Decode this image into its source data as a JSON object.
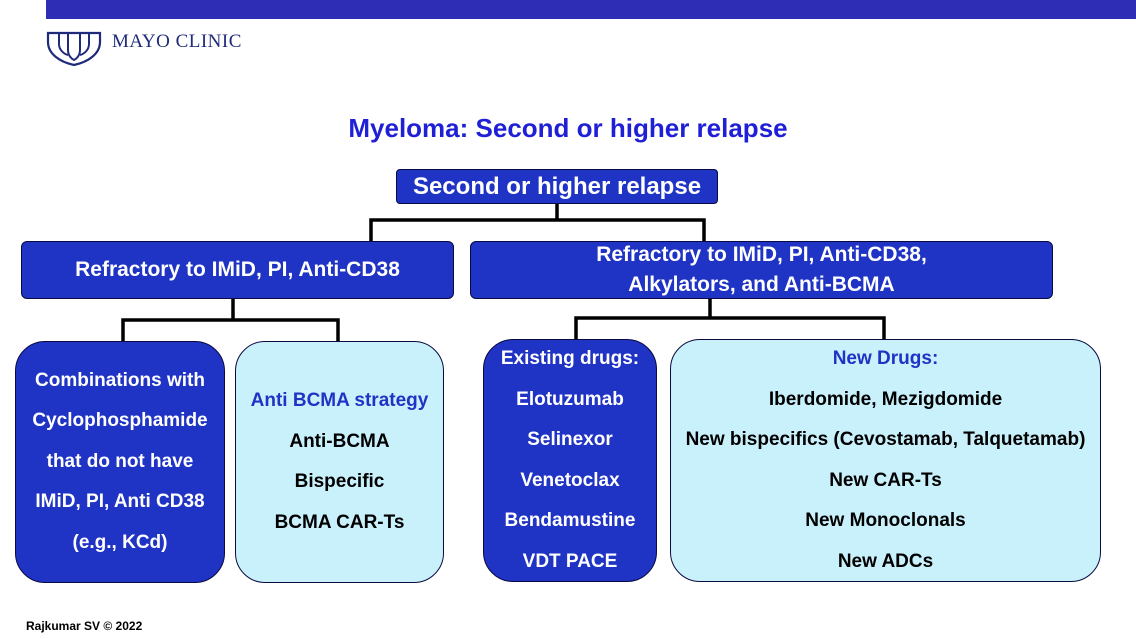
{
  "header": {
    "brand": "MAYO CLINIC",
    "logo_icon": "mayo-shields-icon",
    "bar_color": "#2e2db5"
  },
  "title": "Myeloma: Second or higher relapse",
  "root": {
    "label": "Second or higher relapse"
  },
  "branches": [
    {
      "label_lines": [
        "Refractory to IMiD, PI, Anti-CD38"
      ]
    },
    {
      "label_lines": [
        "Refractory to IMiD, PI, Anti-CD38,",
        "Alkylators, and Anti-BCMA"
      ]
    }
  ],
  "leaves": [
    {
      "lines": [
        "Combinations with",
        "Cyclophosphamide",
        "that do not have",
        "IMiD, PI, Anti CD38",
        "(e.g., KCd)"
      ]
    },
    {
      "heading": "Anti BCMA strategy",
      "lines": [
        "Anti-BCMA",
        "Bispecific",
        "BCMA CAR-Ts"
      ]
    },
    {
      "heading": "Existing drugs:",
      "lines": [
        "Elotuzumab",
        "Selinexor",
        "Venetoclax",
        "Bendamustine",
        "VDT PACE"
      ]
    },
    {
      "heading": "New Drugs:",
      "lines": [
        "Iberdomide, Mezigdomide",
        "New bispecifics (Cevostamab, Talquetamab)",
        "New CAR-Ts",
        "New Monoclonals",
        "New ADCs"
      ]
    }
  ],
  "footer": "Rajkumar SV © 2022",
  "colors": {
    "dark_box": "#1f33c4",
    "light_box": "#c9f1fb",
    "title": "#1f1fd6"
  }
}
